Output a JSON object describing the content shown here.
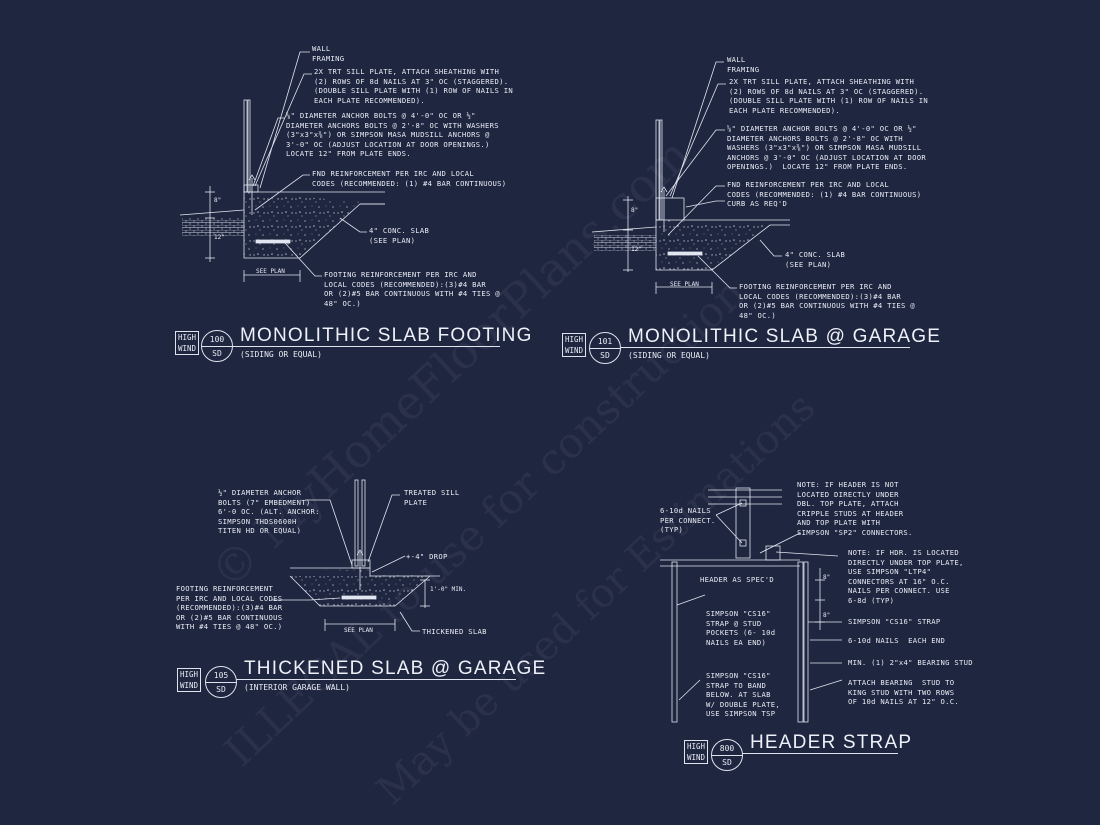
{
  "watermark": {
    "line1": "© MyHomeFloorPlans.com",
    "line2": "ILLEGAL to use for construction",
    "line3": "May be used for Estimations"
  },
  "details": {
    "d100": {
      "tag": [
        "HIGH",
        "WIND"
      ],
      "number": "100",
      "sheet": "SD",
      "title": "MONOLITHIC SLAB FOOTING",
      "subtitle": "(SIDING OR EQUAL)",
      "notes": {
        "wall": "WALL\nFRAMING",
        "sill": "2X TRT SILL PLATE, ATTACH SHEATHING WITH\n(2) ROWS OF 8d NAILS AT 3\" OC (STAGGERED).\n(DOUBLE SILL PLATE WITH (1) ROW OF NAILS IN\nEACH PLATE RECOMMENDED).",
        "anchor": "⅝\" DIAMETER ANCHOR BOLTS @ 4'-0\" OC OR ½\"\nDIAMETER ANCHORS BOLTS @ 2'-8\" OC WITH WASHERS\n(3\"x3\"x⅜\") OR SIMPSON MASA MUDSILL ANCHORS @\n3'-0\" OC (ADJUST LOCATION AT DOOR OPENINGS.)\nLOCATE 12\" FROM PLATE ENDS.",
        "fnd": "FND REINFORCEMENT PER IRC AND LOCAL\nCODES (RECOMMENDED: (1) #4 BAR CONTINUOUS)",
        "slab": "4\" CONC. SLAB\n(SEE PLAN)",
        "footing": "FOOTING REINFORCEMENT PER IRC AND\nLOCAL CODES (RECOMMENDED):(3)#4 BAR\nOR (2)#5 BAR CONTINUOUS WITH #4 TIES @\n48\" OC.)",
        "see_plan": "SEE PLAN",
        "dim1": "8\"",
        "dim2": "12\""
      }
    },
    "d101": {
      "tag": [
        "HIGH",
        "WIND"
      ],
      "number": "101",
      "sheet": "SD",
      "title": "MONOLITHIC SLAB @ GARAGE",
      "subtitle": "(SIDING OR EQUAL)",
      "notes": {
        "wall": "WALL\nFRAMING",
        "sill": "2X TRT SILL PLATE, ATTACH SHEATHING WITH\n(2) ROWS OF 8d NAILS AT 3\" OC (STAGGERED).\n(DOUBLE SILL PLATE WITH (1) ROW OF NAILS IN\nEACH PLATE RECOMMENDED).",
        "anchor": "⅝\" DIAMETER ANCHOR BOLTS @ 4'-0\" OC OR ½\"\nDIAMETER ANCHORS BOLTS @ 2'-8\" OC WITH\nWASHERS (3\"x3\"x⅜\") OR SIMPSON MASA MUDSILL\nANCHORS @ 3'-0\" OC (ADJUST LOCATION AT DOOR\nOPENINGS.)  LOCATE 12\" FROM PLATE ENDS.",
        "fnd": "FND REINFORCEMENT PER IRC AND LOCAL\nCODES (RECOMMENDED: (1) #4 BAR CONTINUOUS)\nCURB AS REQ'D",
        "slab": "4\" CONC. SLAB\n(SEE PLAN)",
        "footing": "FOOTING REINFORCEMENT PER IRC AND\nLOCAL CODES (RECOMMENDED):(3)#4 BAR\nOR (2)#5 BAR CONTINUOUS WITH #4 TIES @\n48\" OC.)",
        "see_plan": "SEE PLAN",
        "dim1": "8\"",
        "dim2": "12\""
      }
    },
    "d105": {
      "tag": [
        "HIGH",
        "WIND"
      ],
      "number": "105",
      "sheet": "SD",
      "title": "THICKENED SLAB @ GARAGE",
      "subtitle": "(INTERIOR GARAGE WALL)",
      "notes": {
        "anchor": "½\" DIAMETER ANCHOR\nBOLTS (7\" EMBEDMENT)\n6'-0 OC. (ALT. ANCHOR:\nSIMPSON THDS0600H\nTITEN HD OR EQUAL)",
        "treated": "TREATED SILL\nPLATE",
        "drop": "+-4\" DROP",
        "footing": "FOOTING REINFORCEMENT\nPER IRC AND LOCAL CODES\n(RECOMMENDED):(3)#4 BAR\nOR (2)#5 BAR CONTINUOUS\nWITH #4 TIES @ 48\" OC.)",
        "see_plan": "SEE PLAN",
        "thickened": "THICKENED SLAB",
        "dim": "1'-0\"\nMIN."
      }
    },
    "d800": {
      "tag": [
        "HIGH",
        "WIND"
      ],
      "number": "800",
      "sheet": "SD",
      "title": "HEADER STRAP",
      "notes": {
        "nails": "6-10d NAILS\nPER CONNECT.\n(TYP)",
        "note1": "NOTE: IF HEADER IS NOT\nLOCATED DIRECTLY UNDER\nDBL. TOP PLATE, ATTACH\nCRIPPLE STUDS AT HEADER\nAND TOP PLATE WITH\nSIMPSON \"SP2\" CONNECTORS.",
        "note2": "NOTE: IF HDR. IS LOCATED\nDIRECTLY UNDER TOP PLATE,\nUSE SIMPSON \"LTP4\"\nCONNECTORS AT 16\" O.C.\nNAILS PER CONNECT. USE\n6-8d (TYP)",
        "header": "HEADER AS SPEC'D",
        "cs16_pockets": "SIMPSON \"CS16\"\nSTRAP @ STUD\nPOCKETS (6- 10d\nNAILS EA END)",
        "cs16_strap": "SIMPSON \"CS16\" STRAP",
        "nails_end": "6-10d NAILS  EACH END",
        "bearing": "MIN. (1) 2\"x4\" BEARING STUD",
        "attach": "ATTACH BEARING  STUD TO\nKING STUD WITH TWO ROWS\nOF 10d NAILS AT 12\" O.C.",
        "band": "SIMPSON \"CS16\"\nSTRAP TO BAND\nBELOW. AT SLAB\nW/ DOUBLE PLATE,\nUSE SIMPSON TSP",
        "dim1": "8\"",
        "dim2": "8\""
      }
    }
  }
}
